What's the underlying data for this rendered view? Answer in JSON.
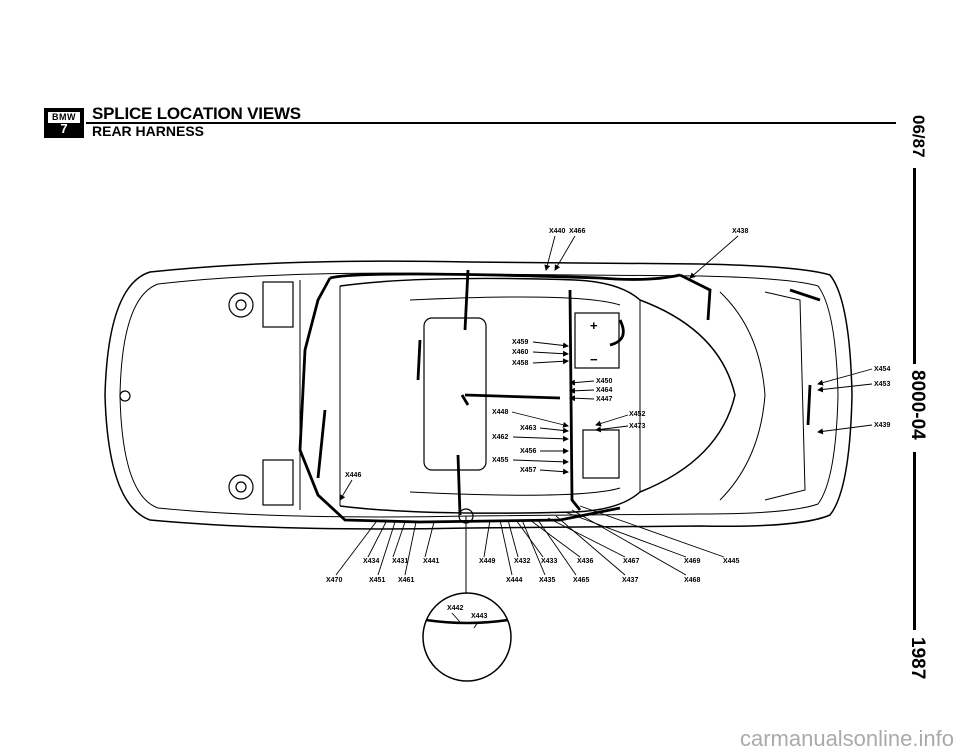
{
  "logo": {
    "brand": "BMW",
    "model": "7"
  },
  "title": "SPLICE LOCATION VIEWS",
  "subtitle": "REAR HARNESS",
  "side_date": "06/87",
  "side_code": "8000-04",
  "side_year": "1987",
  "footer": "carmanualsonline.info",
  "battery": {
    "plus": "+",
    "minus": "−"
  },
  "labels": {
    "X440": "X440",
    "X466": "X466",
    "X438": "X438",
    "X459": "X459",
    "X460": "X460",
    "X458": "X458",
    "X450": "X450",
    "X464": "X464",
    "X447": "X447",
    "X448": "X448",
    "X463": "X463",
    "X462": "X462",
    "X456": "X456",
    "X455": "X455",
    "X457": "X457",
    "X452": "X452",
    "X473": "X473",
    "X454": "X454",
    "X453": "X453",
    "X439": "X439",
    "X446": "X446",
    "X434": "X434",
    "X431": "X431",
    "X441": "X441",
    "X449": "X449",
    "X432": "X432",
    "X433": "X433",
    "X436": "X436",
    "X467": "X467",
    "X469": "X469",
    "X445": "X445",
    "X470": "X470",
    "X451": "X451",
    "X461": "X461",
    "X444": "X444",
    "X435": "X435",
    "X465": "X465",
    "X437": "X437",
    "X468": "X468",
    "X442": "X442",
    "X443": "X443"
  }
}
